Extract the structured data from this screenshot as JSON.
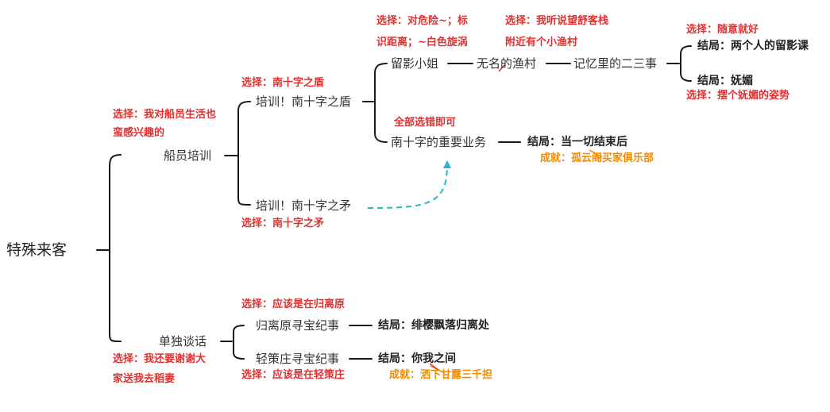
{
  "colors": {
    "line": "#1a1a1a",
    "choice": "#e03131",
    "achievement": "#f08c00",
    "dashed_arrow": "#22b8cf"
  },
  "root": "特殊来客",
  "branches": {
    "crew_training": {
      "label": "船员培训",
      "choice_lines": [
        "选择：我对船员生活也",
        "蛮感兴趣的"
      ],
      "shield": {
        "label": "培训！南十字之盾",
        "choice": "选择：南十字之盾",
        "eileen": {
          "label": "留影小姐",
          "choice_lines": [
            "选择：对危险~；标",
            "识距离；~白色旋涡"
          ],
          "village": {
            "label": "无名的渔村",
            "choice_lines": [
              "选择：我听说望舒客栈",
              "附近有个小渔村"
            ],
            "memories": {
              "label": "记忆里的二三事",
              "choice_top": "选择：随意就好",
              "ending_top": "结局：两个人的留影课",
              "ending_bottom": "结局：妩媚",
              "choice_bottom": "选择：摆个妩媚的姿势"
            }
          }
        },
        "business": {
          "label": "南十字的重要业务",
          "choice": "全部选错即可",
          "ending": "结局：当一切结束后",
          "achievement": "成就：孤云阁买家俱乐部"
        }
      },
      "spear": {
        "label": "培训！南十字之矛",
        "choice": "选择：南十字之矛"
      }
    },
    "private_talk": {
      "label": "单独谈话",
      "choice_lines": [
        "选择：我还要谢谢大",
        "家送我去稻妻"
      ],
      "guili": {
        "label": "归离原寻宝纪事",
        "choice": "选择：应该是在归离原",
        "ending": "结局：绯樱飘落归离处"
      },
      "qingce": {
        "label": "轻策庄寻宝纪事",
        "choice": "选择：应该是在轻策庄",
        "ending": "结局：你我之间",
        "achievement": "成就：洒下甘露三千担"
      }
    }
  }
}
